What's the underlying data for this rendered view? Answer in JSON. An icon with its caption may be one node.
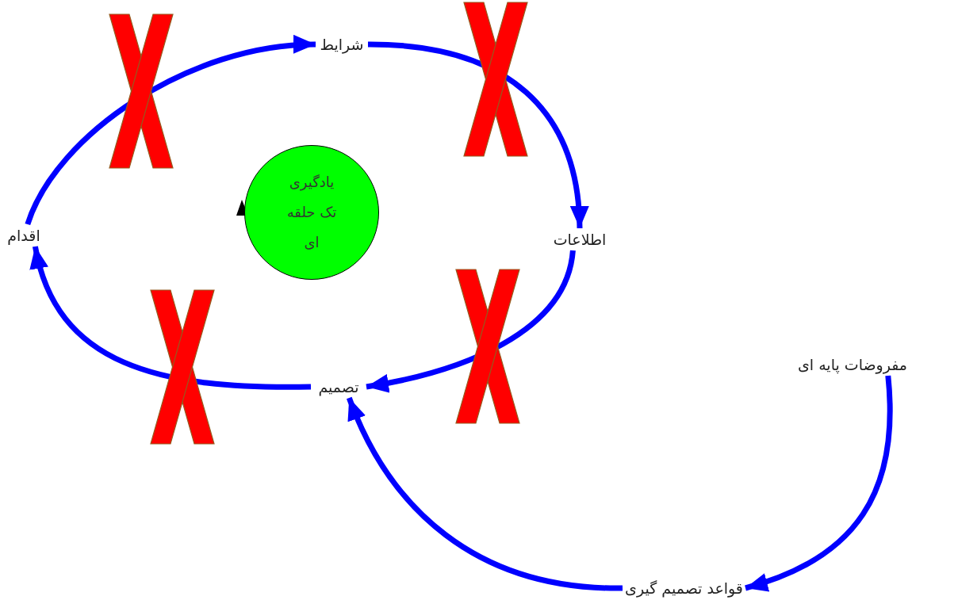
{
  "diagram": {
    "nodes": [
      {
        "text": [
          "شرایط"
        ]
      },
      {
        "text": [
          "اطلاعات"
        ]
      },
      {
        "text": [
          "تصمیم"
        ]
      },
      {
        "text": [
          "اقدام"
        ]
      },
      {
        "text": [
          "یادگیری تک حلقه ای"
        ]
      },
      {
        "text": [
          "مفروضات پایه ای"
        ]
      },
      {
        "text": [
          "قواعد تصمیم گیری"
        ]
      }
    ],
    "edges": [
      {
        "from": 3,
        "to": 0,
        "arrow": "to"
      },
      {
        "from": 0,
        "to": 1,
        "arrow": "to"
      },
      {
        "from": 1,
        "to": 2,
        "arrow": "to"
      },
      {
        "from": 2,
        "to": 3,
        "arrow": "to"
      },
      {
        "from": 5,
        "to": 6,
        "arrow": "to"
      },
      {
        "from": 6,
        "to": 2,
        "arrow": "to"
      }
    ]
  }
}
